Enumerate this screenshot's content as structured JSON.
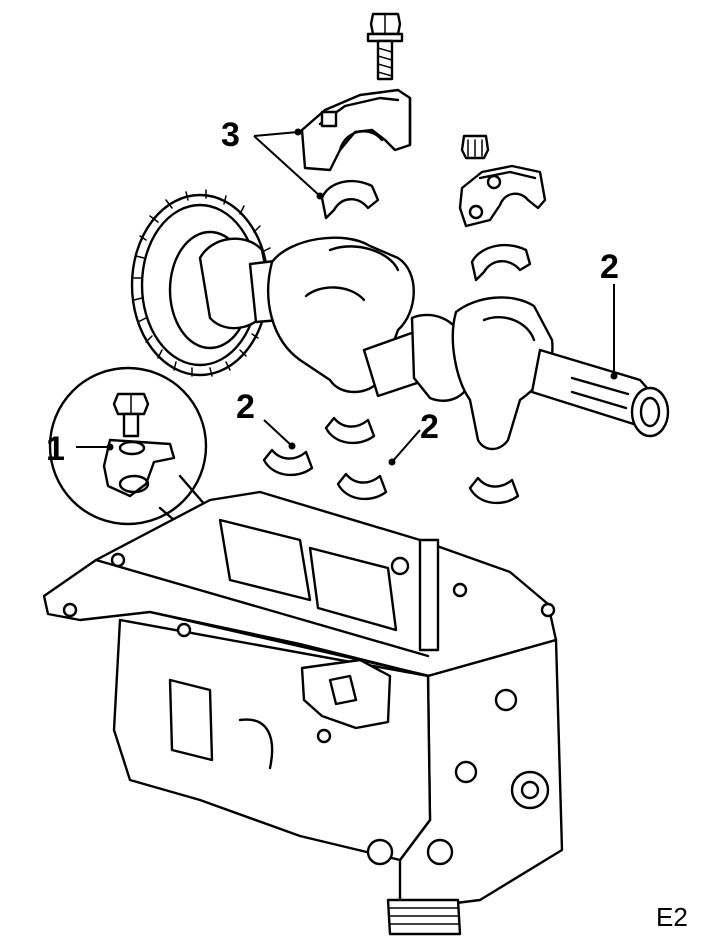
{
  "diagram": {
    "callouts": {
      "item_1": "1",
      "item_2_right": "2",
      "item_2_left": "2",
      "item_2_center": "2",
      "item_3": "3"
    },
    "reference_code": "E2"
  }
}
